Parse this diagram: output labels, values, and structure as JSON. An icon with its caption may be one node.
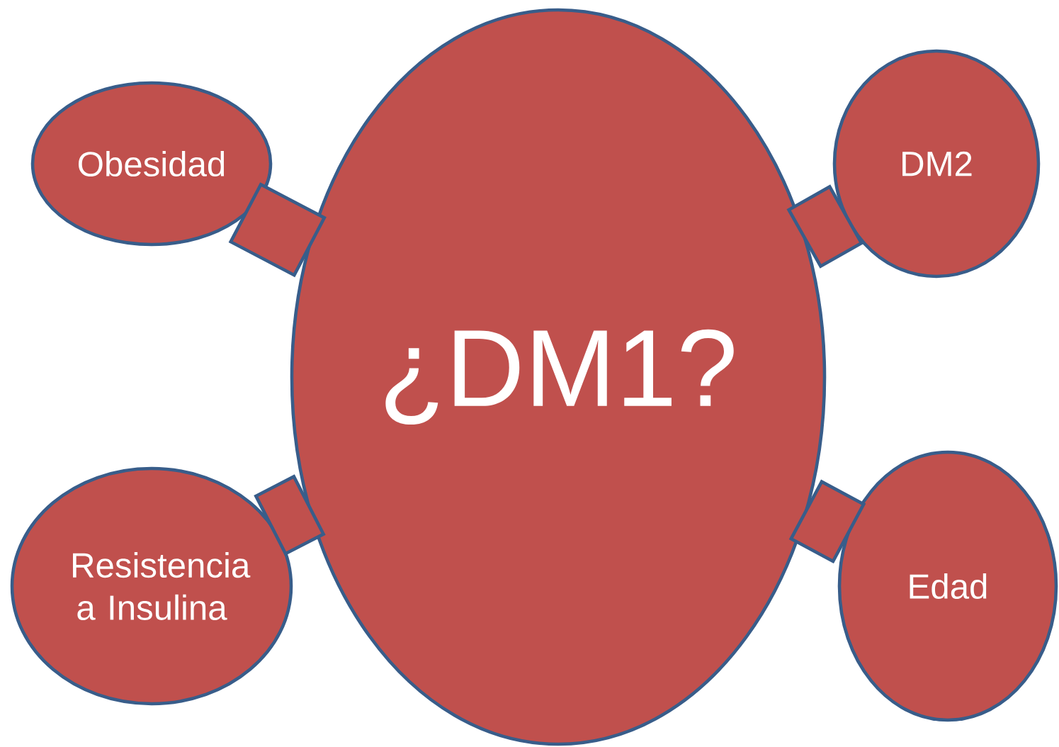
{
  "diagram": {
    "nodes": [
      {
        "text": [
          "¿DM1?"
        ]
      },
      {
        "text": [
          "Obesidad"
        ]
      },
      {
        "text": [
          "DM2"
        ]
      },
      {
        "text": [
          "Resistencia a Insulina"
        ]
      },
      {
        "text": [
          "Edad"
        ]
      }
    ],
    "edges": [
      {
        "from": 1,
        "to": 0,
        "arrow": "none"
      },
      {
        "from": 2,
        "to": 0,
        "arrow": "none"
      },
      {
        "from": 3,
        "to": 0,
        "arrow": "none"
      },
      {
        "from": 4,
        "to": 0,
        "arrow": "none"
      }
    ]
  }
}
